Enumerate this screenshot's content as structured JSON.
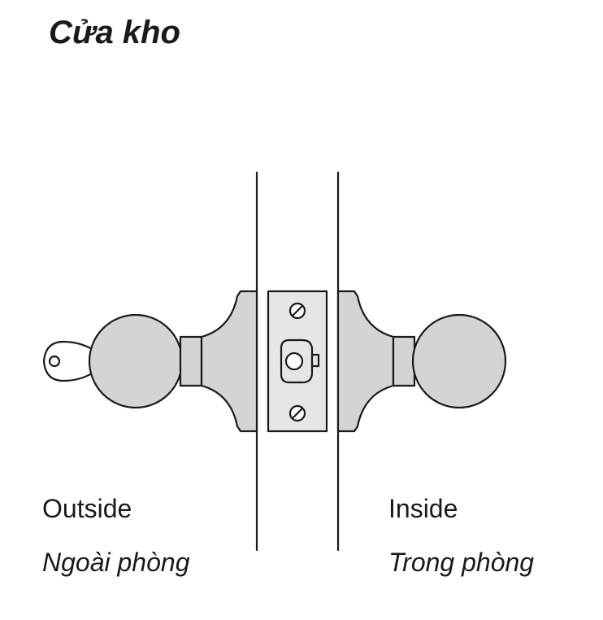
{
  "title": "Cửa kho",
  "labels": {
    "outside": "Outside",
    "outside_vi": "Ngoài phòng",
    "inside": "Inside",
    "inside_vi": "Trong phòng"
  },
  "colors": {
    "stroke": "#1a1a1a",
    "knob_fill": "#d4d4d4",
    "plate_fill": "#e6e6e6",
    "background": "#ffffff"
  }
}
